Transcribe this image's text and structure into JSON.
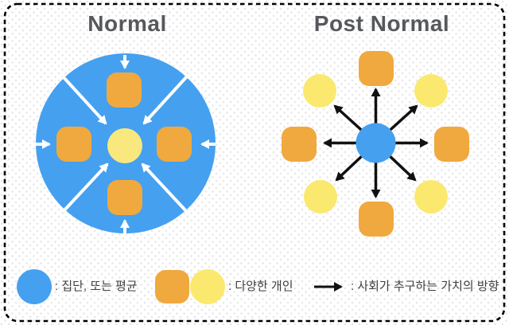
{
  "titles": {
    "left": "Normal",
    "right": "Post Normal"
  },
  "colors": {
    "group_blue": "#45A0F0",
    "individual_orange": "#F0A93E",
    "individual_yellow": "#FAE96E",
    "center_yellow": "#F9E87D",
    "title_gray": "#57585B",
    "legend_text": "#3F3F3F",
    "arrow_white": "#FFFFFF",
    "arrow_black": "#111111",
    "frame_black": "#000000"
  },
  "legend": {
    "items": [
      {
        "symbol": "blue-circle",
        "label": ": 집단, 또는 평균"
      },
      {
        "symbol": "orange-square-and-yellow-circle",
        "label": ": 다양한 개인"
      },
      {
        "symbol": "black-arrow",
        "label": ": 사회가 추구하는 가치의 방향"
      }
    ]
  },
  "diagrams": {
    "normal": {
      "title": "Normal",
      "arrow_direction": "inward",
      "center_node": "yellow-circle",
      "satellite_orange_squares": 4,
      "arrow_count": 8
    },
    "post_normal": {
      "title": "Post Normal",
      "arrow_direction": "outward",
      "center_node": "blue-circle",
      "satellite_orange_squares": 4,
      "satellite_yellow_circles": 4,
      "arrow_count": 8
    }
  }
}
